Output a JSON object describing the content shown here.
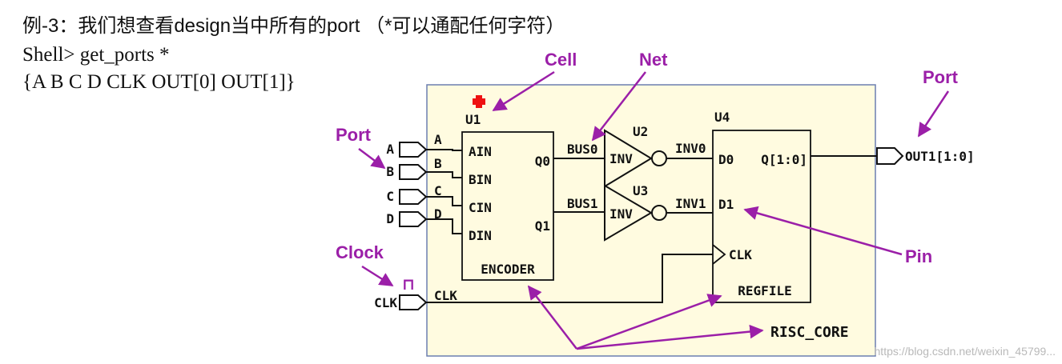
{
  "intro": {
    "line1": "例-3：我们想查看design当中所有的port （*可以通配任何字符）",
    "line2": "Shell> get_ports *",
    "line3": "{A B C D CLK OUT[0] OUT[1]}"
  },
  "callouts": {
    "cell": "Cell",
    "net": "Net",
    "port_left": "Port",
    "port_right": "Port",
    "clock": "Clock",
    "pin": "Pin"
  },
  "colors": {
    "core_fill": "#fffbe0",
    "core_border": "#6b7fb0",
    "callout": "#9b1fa8",
    "marker": "#ee1111"
  },
  "ports": {
    "inputs": [
      "A",
      "B",
      "C",
      "D"
    ],
    "clk": "CLK",
    "output": "OUT1[1:0]"
  },
  "nets": {
    "in": [
      "A",
      "B",
      "C",
      "D"
    ],
    "clk": "CLK",
    "bus0": "BUS0",
    "bus1": "BUS1",
    "inv0": "INV0",
    "inv1": "INV1"
  },
  "u1": {
    "name": "U1",
    "pins_in": [
      "AIN",
      "BIN",
      "CIN",
      "DIN"
    ],
    "pins_out": [
      "Q0",
      "Q1"
    ],
    "type": "ENCODER"
  },
  "u2": {
    "name": "U2",
    "type": "INV"
  },
  "u3": {
    "name": "U3",
    "type": "INV"
  },
  "u4": {
    "name": "U4",
    "pins_in": [
      "D0",
      "D1"
    ],
    "pin_out": "Q[1:0]",
    "pin_clk": "CLK",
    "type": "REGFILE"
  },
  "core_label": "RISC_CORE",
  "clock_symbol": "⊓",
  "watermark": "https://blog.csdn.net/weixin_45799..."
}
